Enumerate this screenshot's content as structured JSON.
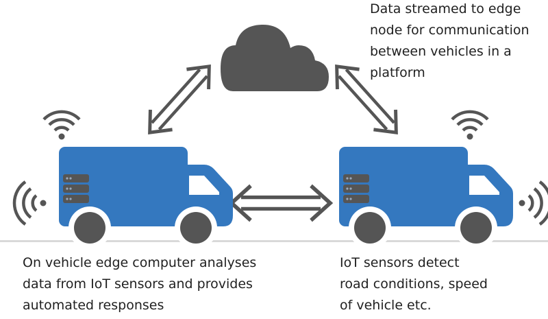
{
  "colors": {
    "van_body": "#3478bf",
    "dark_grey": "#555555",
    "cloud": "#555555",
    "ground": "#d9d9d9",
    "window": "#ffffff",
    "text": "#1f1f1f"
  },
  "captions": {
    "edge_node": "Data streamed to edge\nnode for communication\nbetween vehicles in a\nplatform",
    "onboard_computer": "On vehicle edge computer analyses\ndata from IoT sensors and provides\nautomated responses",
    "iot_sensors": "IoT sensors detect\nroad conditions, speed\nof vehicle etc."
  },
  "icons": {
    "cloud": "cloud-icon",
    "van": "van-icon",
    "server": "server-icon",
    "wifi": "wifi-icon",
    "sensor": "sensor-wave-icon",
    "arrow": "double-arrow-icon"
  }
}
